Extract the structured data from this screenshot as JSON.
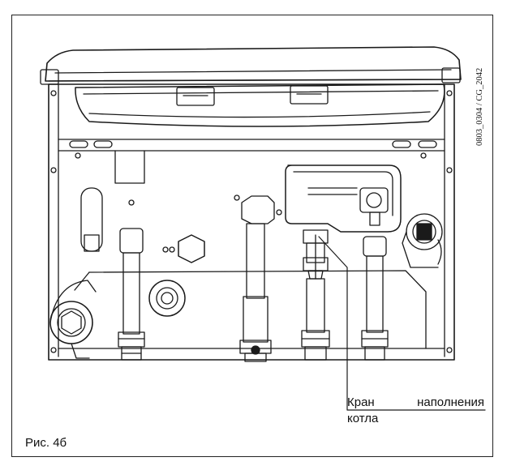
{
  "figure": {
    "caption": "Рис. 4б",
    "drawing_code": "0803_0304 / CG_2042",
    "callout": {
      "word_1": "Кран",
      "word_2": "наполнения",
      "word_3": "котла"
    }
  }
}
